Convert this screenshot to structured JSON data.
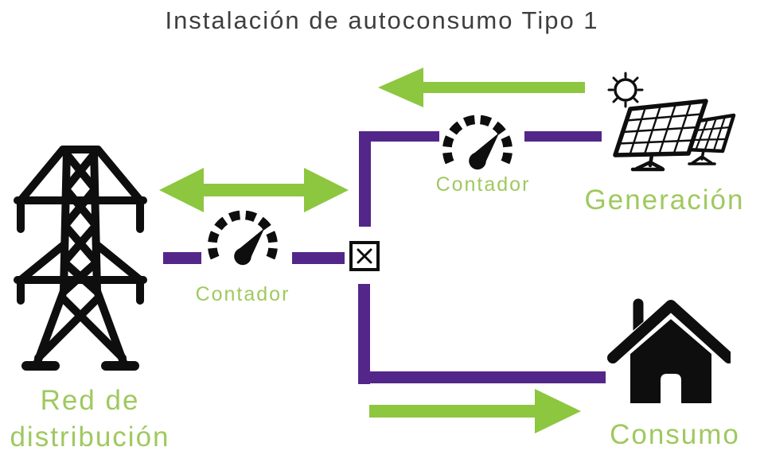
{
  "title": "Instalación de autoconsumo Tipo 1",
  "colors": {
    "connector_purple": "#532789",
    "arrow_green": "#8DC63F",
    "label_green": "#9FC95F",
    "icon_black": "#0E0E0E",
    "title_gray": "#3E3E3E"
  },
  "nodes": {
    "grid": {
      "label_line1": "Red de",
      "label_line2": "distribución",
      "icon": "transmission-tower-icon"
    },
    "generation": {
      "label": "Generación",
      "icon": "solar-panels-icon"
    },
    "consumption": {
      "label": "Consumo",
      "icon": "house-icon"
    },
    "meter_grid": {
      "label": "Contador",
      "icon": "meter-gauge-icon"
    },
    "meter_generation": {
      "label": "Contador",
      "icon": "meter-gauge-icon"
    },
    "junction": {
      "icon": "junction-switch-icon"
    }
  },
  "flows": {
    "generation_to_junction": {
      "direction": "right-to-left",
      "style": "green-arrow"
    },
    "grid_junction_exchange": {
      "direction": "bidirectional",
      "style": "green-arrow"
    },
    "junction_to_consumption": {
      "direction": "left-to-right",
      "style": "green-arrow"
    },
    "grid_line": {
      "style": "purple-dashed-line"
    },
    "generation_line": {
      "style": "purple-solid-line"
    },
    "consumption_line": {
      "style": "purple-solid-line"
    }
  }
}
